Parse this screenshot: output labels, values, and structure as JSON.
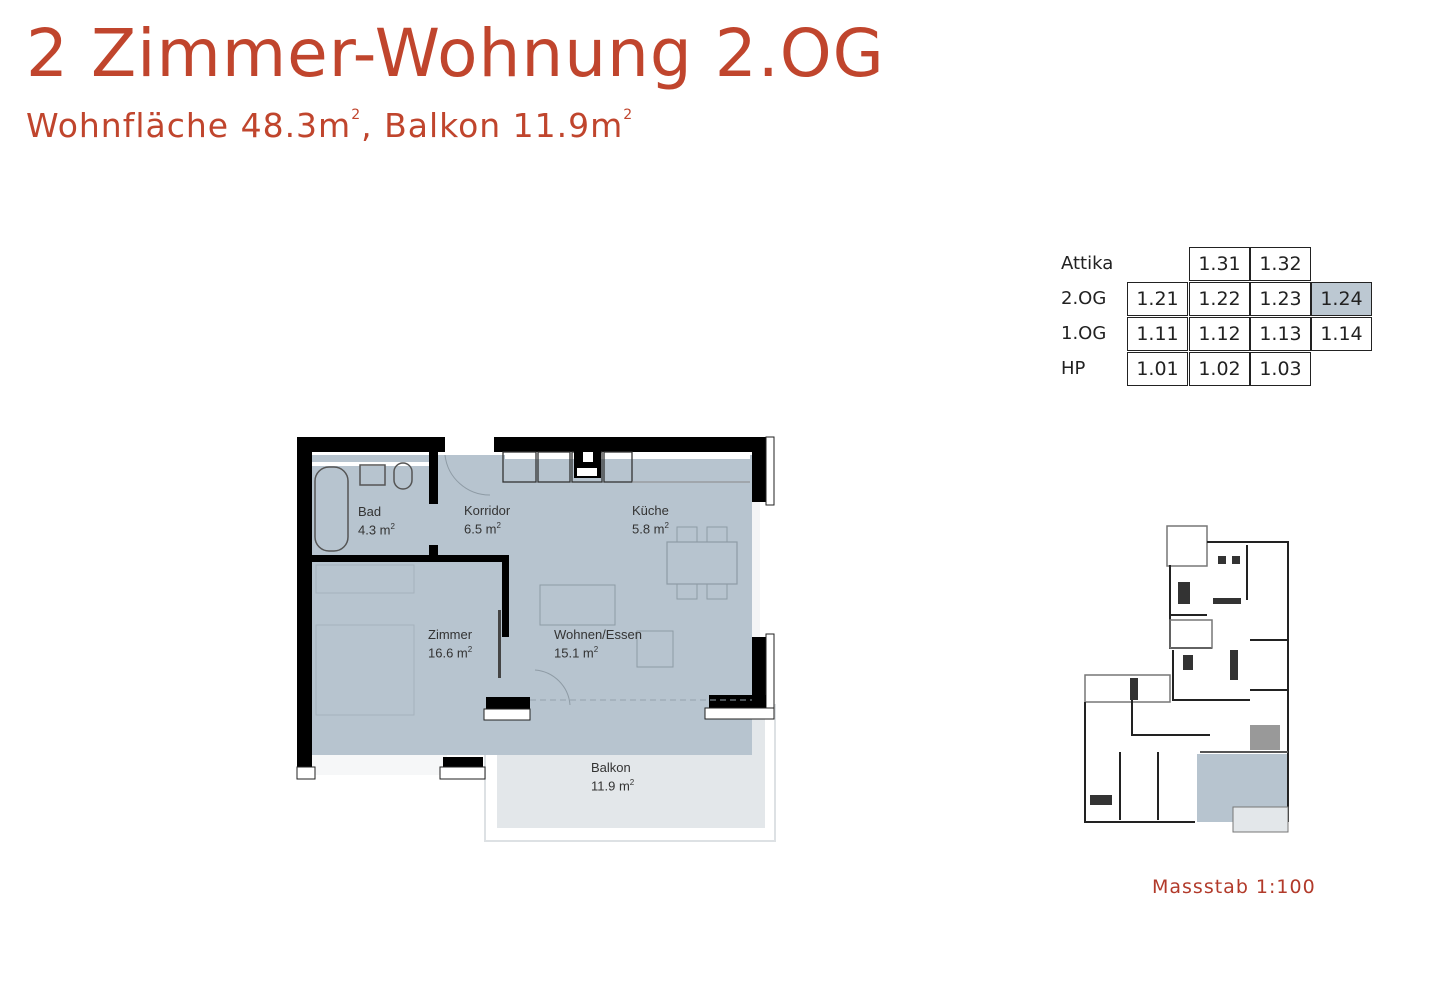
{
  "header": {
    "title": "2 Zimmer-Wohnung 2.OG",
    "subtitle_prefix": "Wohnfläche 48.3m",
    "subtitle_mid": ", Balkon 11.9m",
    "superscript": "2"
  },
  "unit_grid": {
    "rows": [
      {
        "label": "Attika",
        "cells": [
          "",
          "1.31",
          "1.32",
          ""
        ]
      },
      {
        "label": "2.OG",
        "cells": [
          "1.21",
          "1.22",
          "1.23",
          "1.24"
        ]
      },
      {
        "label": "1.OG",
        "cells": [
          "1.11",
          "1.12",
          "1.13",
          "1.14"
        ]
      },
      {
        "label": "HP",
        "cells": [
          "1.01",
          "1.02",
          "1.03",
          ""
        ]
      }
    ],
    "selected": "1.24",
    "selected_color": "#bcc8d2"
  },
  "rooms": [
    {
      "name": "Bad",
      "area": "4.3 m",
      "sup": "2"
    },
    {
      "name": "Korridor",
      "area": "6.5 m",
      "sup": "2"
    },
    {
      "name": "Küche",
      "area": "5.8 m",
      "sup": "2"
    },
    {
      "name": "Zimmer",
      "area": "16.6 m",
      "sup": "2"
    },
    {
      "name": "Wohnen/Essen",
      "area": "15.1 m",
      "sup": "2"
    },
    {
      "name": "Balkon",
      "area": "11.9 m",
      "sup": "2"
    }
  ],
  "scale": {
    "label": "Massstab 1:100"
  },
  "colors": {
    "accent": "#c0452d",
    "room_fill": "#b7c4cf",
    "balcony_fill": "#e3e7ea",
    "wall": "#000000"
  }
}
